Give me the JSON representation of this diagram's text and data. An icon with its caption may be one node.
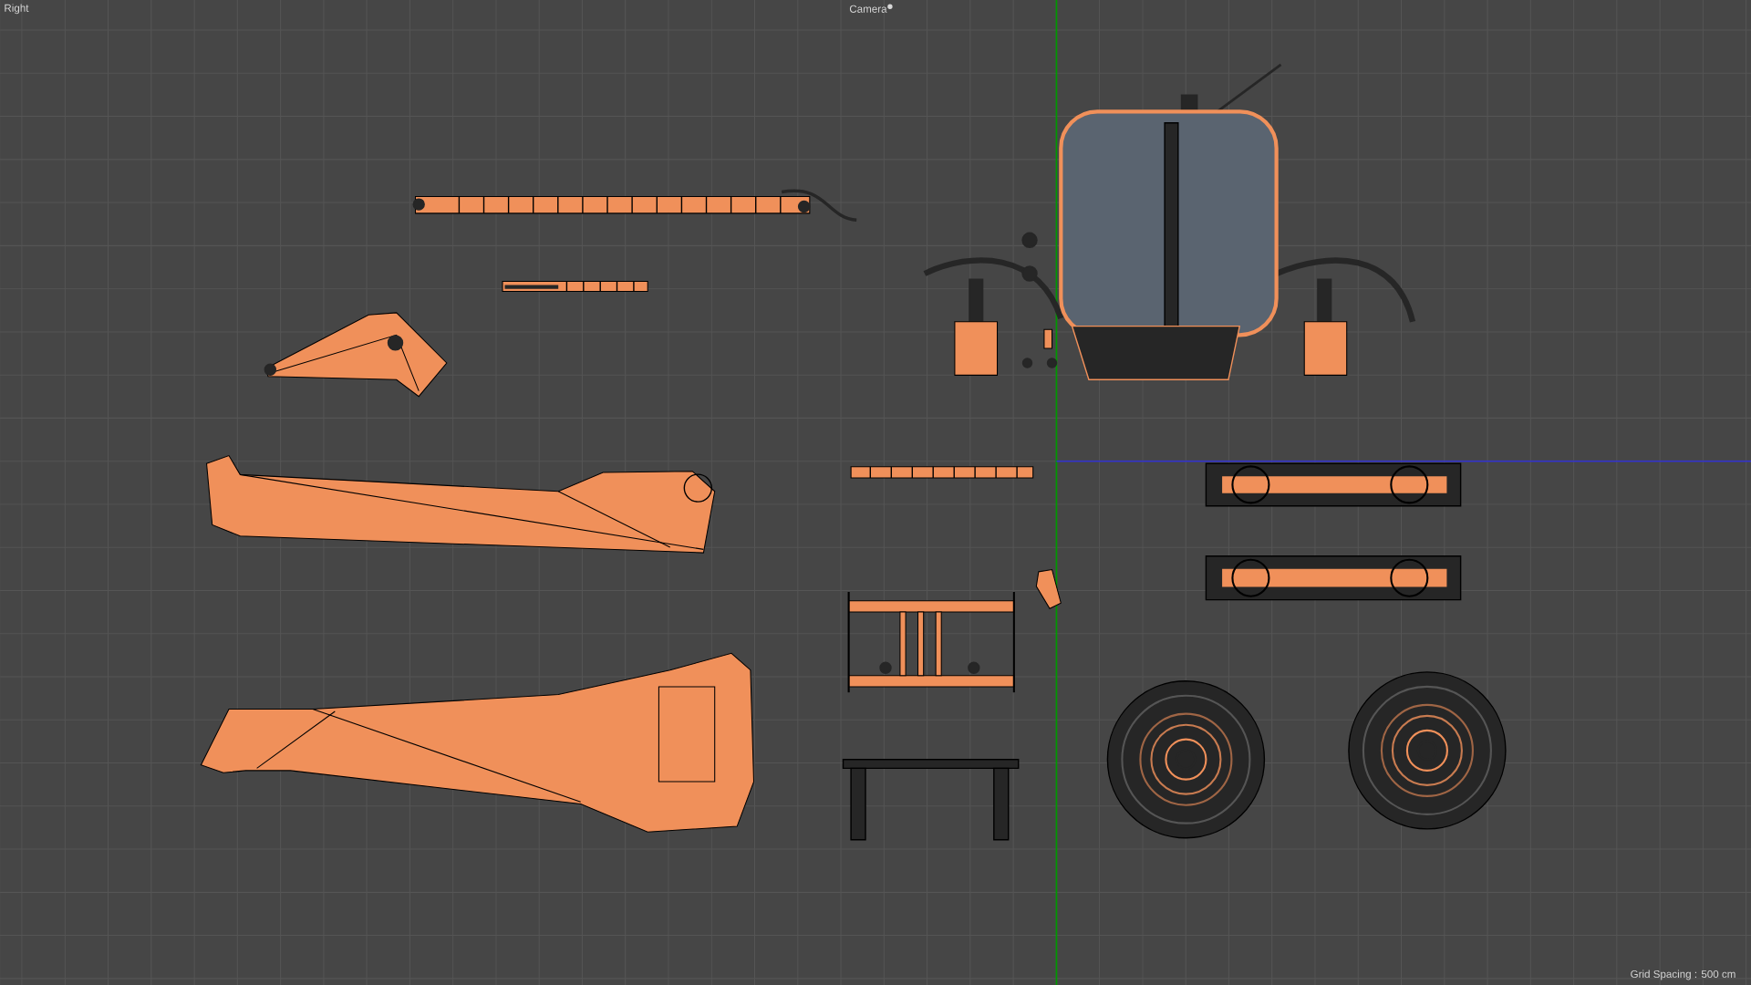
{
  "diagram": {
    "labels": [
      "Right",
      "Camera",
      "Grid Spacing : 500 cm"
    ]
  }
}
